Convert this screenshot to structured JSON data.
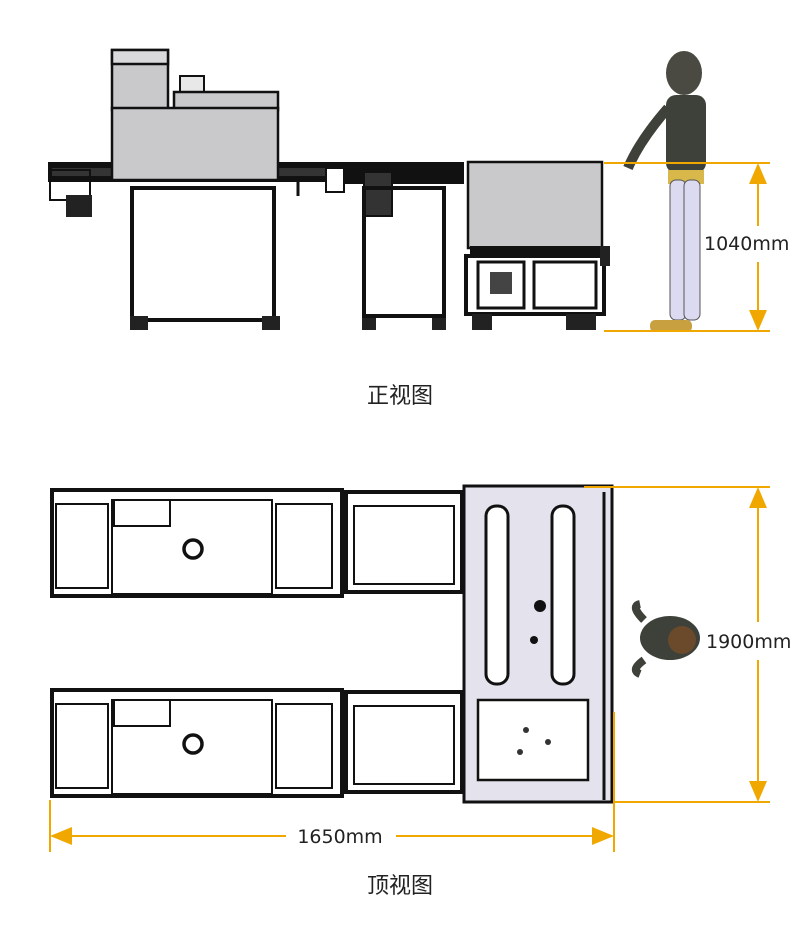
{
  "front_view": {
    "label": "正视图",
    "height_dimension": "1040mm"
  },
  "top_view": {
    "label": "顶视图",
    "depth_dimension": "1900mm",
    "width_dimension": "1650mm"
  },
  "colors": {
    "dimension_line": "#f0a800",
    "machine_outline": "#111111",
    "machine_fill": "#c9c9cc"
  }
}
